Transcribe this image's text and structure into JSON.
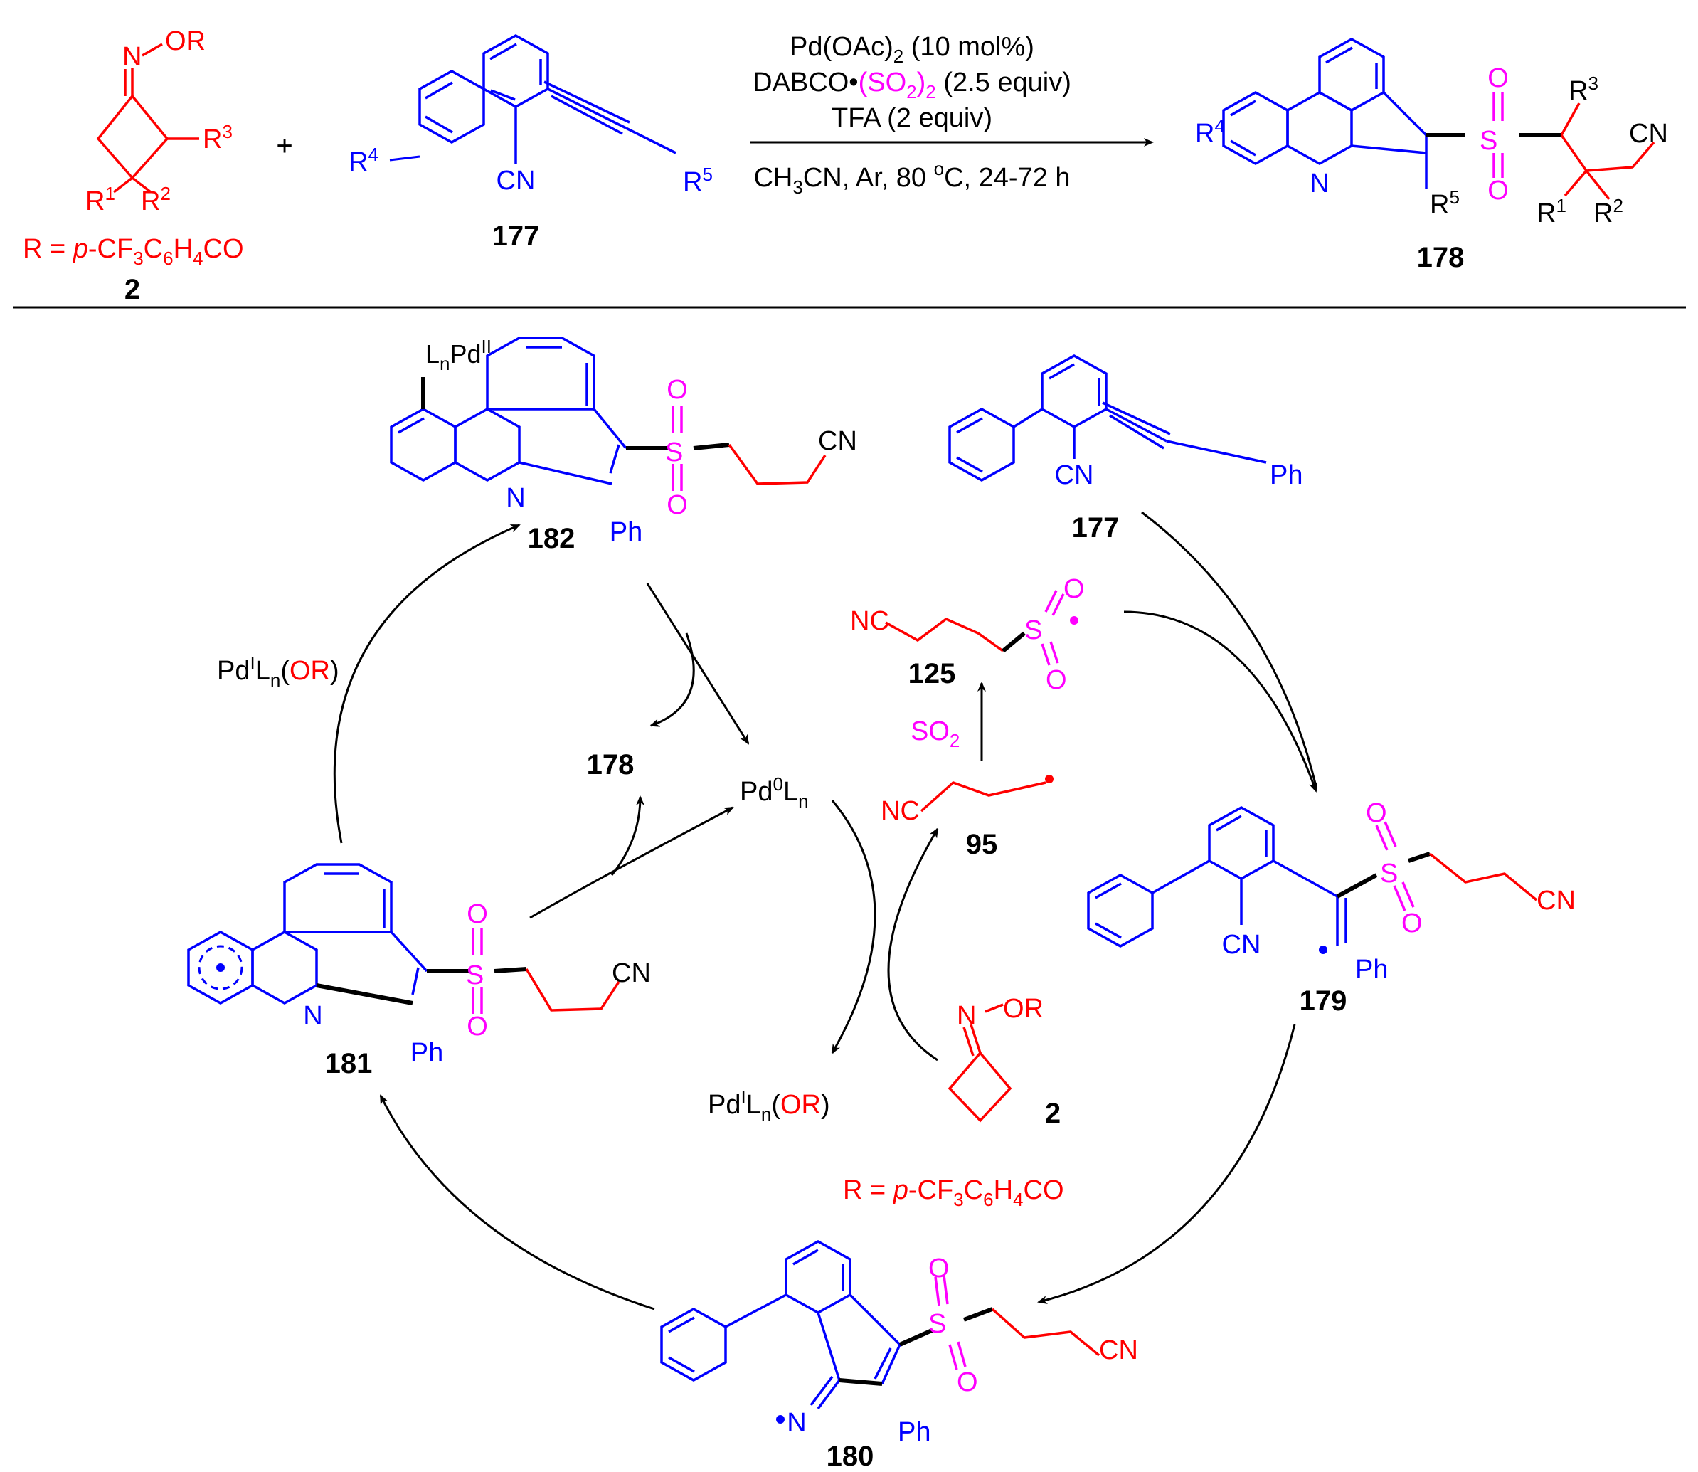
{
  "colors": {
    "black": "#000000",
    "blue": "#0000ff",
    "red": "#ff0000",
    "magenta": "#ff00ff"
  },
  "compound_numbers": {
    "c2a": "2",
    "c177a": "177",
    "c178a": "178",
    "c182": "182",
    "c177b": "177",
    "c125": "125",
    "c178b": "178",
    "c95": "95",
    "c179": "179",
    "c181": "181",
    "c2b": "2",
    "c180": "180"
  },
  "conditions": {
    "catalyst": "Pd(OAc)",
    "catalyst_sub": "2",
    "catalyst_load": " (10 mol%)",
    "dabco": "DABCO",
    "bullet": "•",
    "so2_paren_open": "(SO",
    "so2_sub2": "2",
    "so2_paren_close": ")",
    "so2_sub_outer": "2",
    "dabco_equiv": " (2.5 equiv)",
    "tfa": "TFA (2 equiv)",
    "solvent_a": "CH",
    "solvent_sub": "3",
    "solvent_b": "CN, Ar, 80 ",
    "deg": "o",
    "solvent_c": "C, 24-72 h"
  },
  "labels": {
    "plus": "+",
    "OR": "OR",
    "N": "N",
    "R": "R",
    "sup1": "1",
    "sup2": "2",
    "sup3": "3",
    "sup4": "4",
    "sup5": "5",
    "r_def_a": "R = ",
    "r_def_p": "p",
    "r_def_b": "-CF",
    "sub3": "3",
    "r_def_c": "C",
    "sub6": "6",
    "r_def_d": "H",
    "sub4": "4",
    "r_def_e": "CO",
    "CN": "CN",
    "S": "S",
    "O": "O",
    "Ph": "Ph",
    "NC": "NC",
    "LnPdII_L": "L",
    "LnPdII_n": "n",
    "LnPdII_Pd": "Pd",
    "LnPdII_II": "II",
    "PdI_Pd": "Pd",
    "PdI_I": "I",
    "PdI_L": "L",
    "PdI_n": "n",
    "paren_open": "(",
    "paren_close": ")",
    "Pd0_Pd": "Pd",
    "Pd0_0": "0",
    "Pd0_L": "L",
    "Pd0_n": "n",
    "SO2_SO": "SO",
    "SO2_2": "2"
  }
}
